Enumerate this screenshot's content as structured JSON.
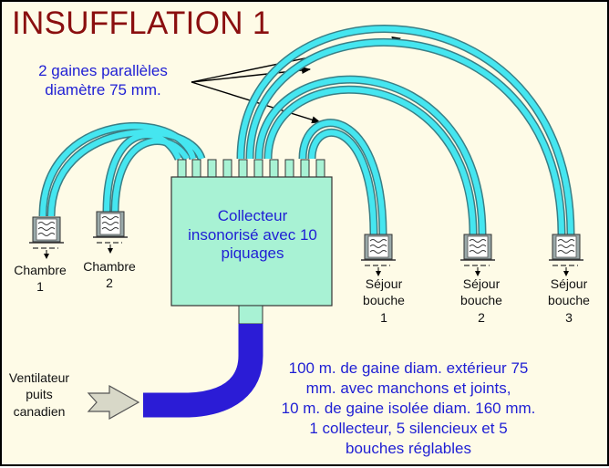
{
  "title": "INSUFFLATION 1",
  "ducts_note": "2 gaines parallèles\ndiamètre 75 mm.",
  "collector_label": "Collecteur\ninsonorisé avec 10\npiquages",
  "rooms": {
    "chambre1": "Chambre\n1",
    "chambre2": "Chambre\n2",
    "sejour1": "Séjour\nbouche\n1",
    "sejour2": "Séjour\nbouche\n2",
    "sejour3": "Séjour\nbouche\n3"
  },
  "fan_label": "Ventilateur\npuits\ncanadien",
  "materials_note": "100 m. de gaine diam. extérieur 75\nmm. avec manchons et joints,\n10 m. de gaine isolée diam. 160 mm.\n1 collecteur, 5 silencieux et 5\nbouches réglables",
  "colors": {
    "background": "#fefbe7",
    "title": "#8a0f0f",
    "blue_text": "#1f1fd4",
    "duct": "#45e6f0",
    "collector": "#a8f2d4",
    "main_duct": "#2b1cd6"
  }
}
